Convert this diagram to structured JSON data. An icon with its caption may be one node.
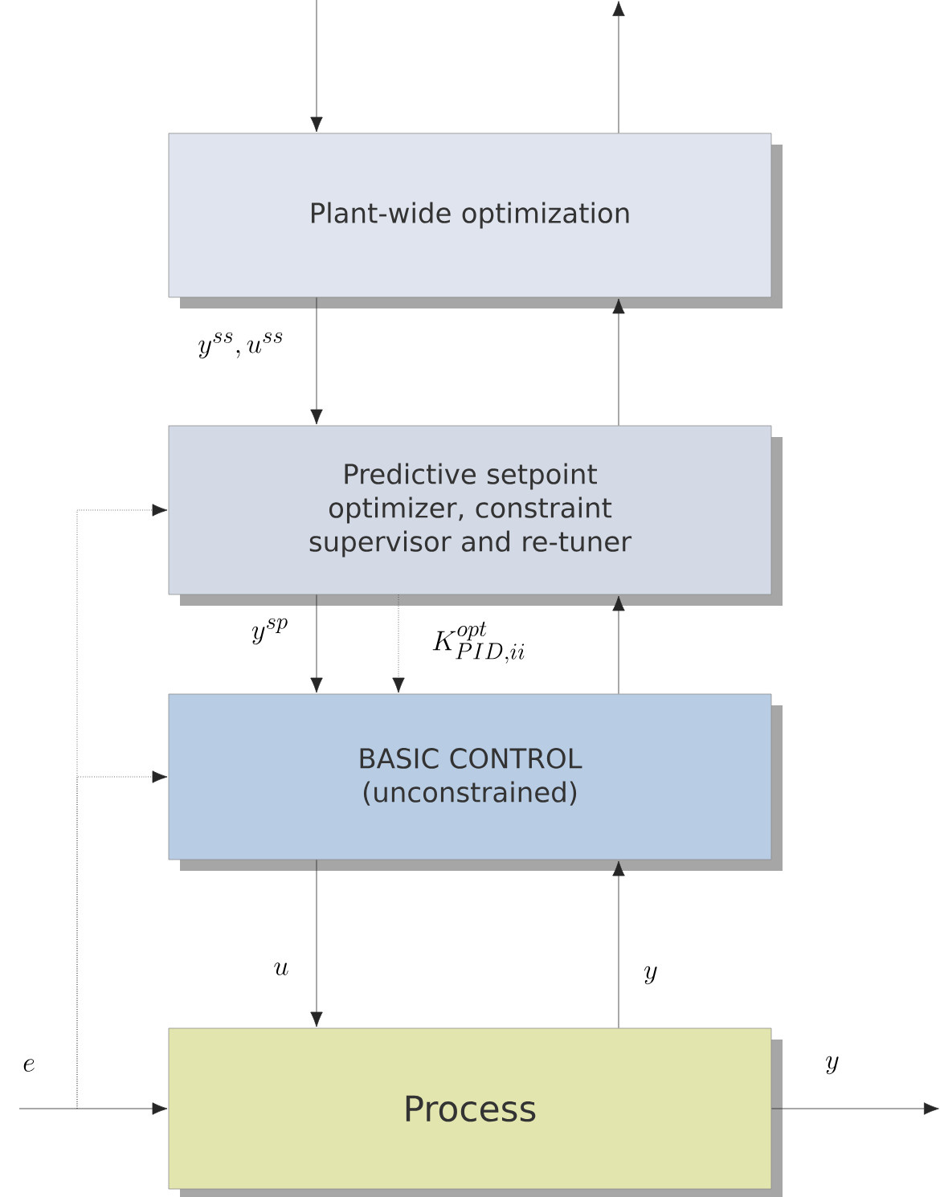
{
  "diagram": {
    "nodes": [
      {
        "text": [
          "Plant-wide optimization"
        ]
      },
      {
        "text": [
          "Predictive setpoint optimizer, constraint supervisor and re-tuner"
        ]
      },
      {
        "text": [
          "BASIC CONTROL (unconstrained)"
        ]
      },
      {
        "text": [
          "Process"
        ]
      }
    ],
    "edges": [
      {
        "from": null,
        "to": 0,
        "arrow": "to"
      },
      {
        "from": 0,
        "to": null,
        "arrow": "to"
      },
      {
        "from": 0,
        "to": 1,
        "arrow": "to",
        "label": "y^{ss}, u^{ss}"
      },
      {
        "from": 1,
        "to": 0,
        "arrow": "to"
      },
      {
        "from": 1,
        "to": 2,
        "arrow": "to",
        "label": "y^{sp}"
      },
      {
        "from": 1,
        "to": 2,
        "arrow": "to",
        "label": "K_{PID,ii}^{opt}",
        "style": "dashed"
      },
      {
        "from": 2,
        "to": 1,
        "arrow": "to"
      },
      {
        "from": 2,
        "to": 3,
        "arrow": "to",
        "label": "u"
      },
      {
        "from": 3,
        "to": 2,
        "arrow": "to",
        "label": "y"
      },
      {
        "from": null,
        "to": 3,
        "arrow": "to",
        "label": "e"
      },
      {
        "from": 3,
        "to": null,
        "arrow": "to",
        "label": "y"
      },
      {
        "from": null,
        "to": 1,
        "arrow": "to",
        "style": "dashed"
      },
      {
        "from": null,
        "to": 2,
        "arrow": "to",
        "style": "dashed"
      }
    ]
  }
}
